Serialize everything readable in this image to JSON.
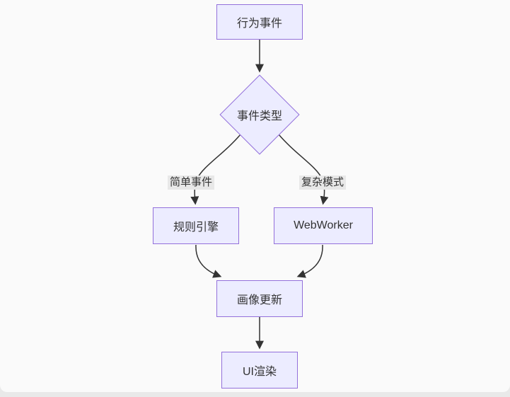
{
  "diagram": {
    "type": "flowchart",
    "direction": "top-down",
    "nodes": [
      {
        "id": "A",
        "label": "行为事件",
        "shape": "rect"
      },
      {
        "id": "B",
        "label": "事件类型",
        "shape": "diamond"
      },
      {
        "id": "C",
        "label": "规则引擎",
        "shape": "rect"
      },
      {
        "id": "D",
        "label": "WebWorker",
        "shape": "rect"
      },
      {
        "id": "E",
        "label": "画像更新",
        "shape": "rect"
      },
      {
        "id": "F",
        "label": "UI渲染",
        "shape": "rect"
      }
    ],
    "edges": [
      {
        "from": "A",
        "to": "B",
        "label": ""
      },
      {
        "from": "B",
        "to": "C",
        "label": "简单事件"
      },
      {
        "from": "B",
        "to": "D",
        "label": "复杂模式"
      },
      {
        "from": "C",
        "to": "E",
        "label": ""
      },
      {
        "from": "D",
        "to": "E",
        "label": ""
      },
      {
        "from": "E",
        "to": "F",
        "label": ""
      }
    ],
    "colors": {
      "node_fill": "#ECECFF",
      "node_border": "#9370DB",
      "edge_stroke": "#333333",
      "edge_label_bg": "#e8e8e8",
      "text": "#333333",
      "canvas_bg": "#fafafa",
      "page_strip": "#e9e9e9"
    }
  }
}
